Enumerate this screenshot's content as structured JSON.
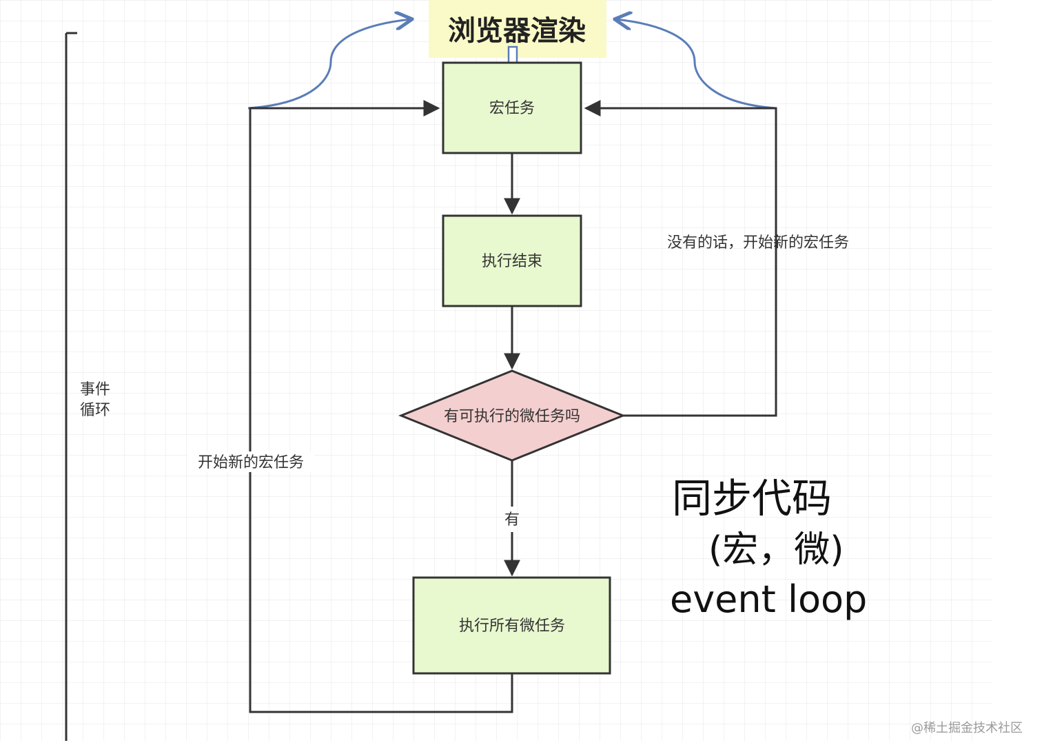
{
  "render_label": "浏览器渲染",
  "nodes": {
    "macrotask": "宏任务",
    "exec_end": "执行结束",
    "decision": "有可执行的微任务吗",
    "exec_all_micro": "执行所有微任务"
  },
  "edge_labels": {
    "no": "没有的话，开始新的宏任务",
    "yes": "有",
    "loop_back": "开始新的宏任务"
  },
  "side_label": {
    "line1": "事件",
    "line2": "循环"
  },
  "annotation": {
    "line1": "同步代码",
    "line2": "(宏，微)",
    "line3": "event loop"
  },
  "watermark": "@稀土掘金技术社区",
  "colors": {
    "task_fill": "#e8f8cf",
    "decision_fill": "#f4cfcf",
    "render_bg": "#fafac8",
    "blue_arrow": "#5a7db8",
    "line": "#333333",
    "grid": "#e6e6e6"
  }
}
